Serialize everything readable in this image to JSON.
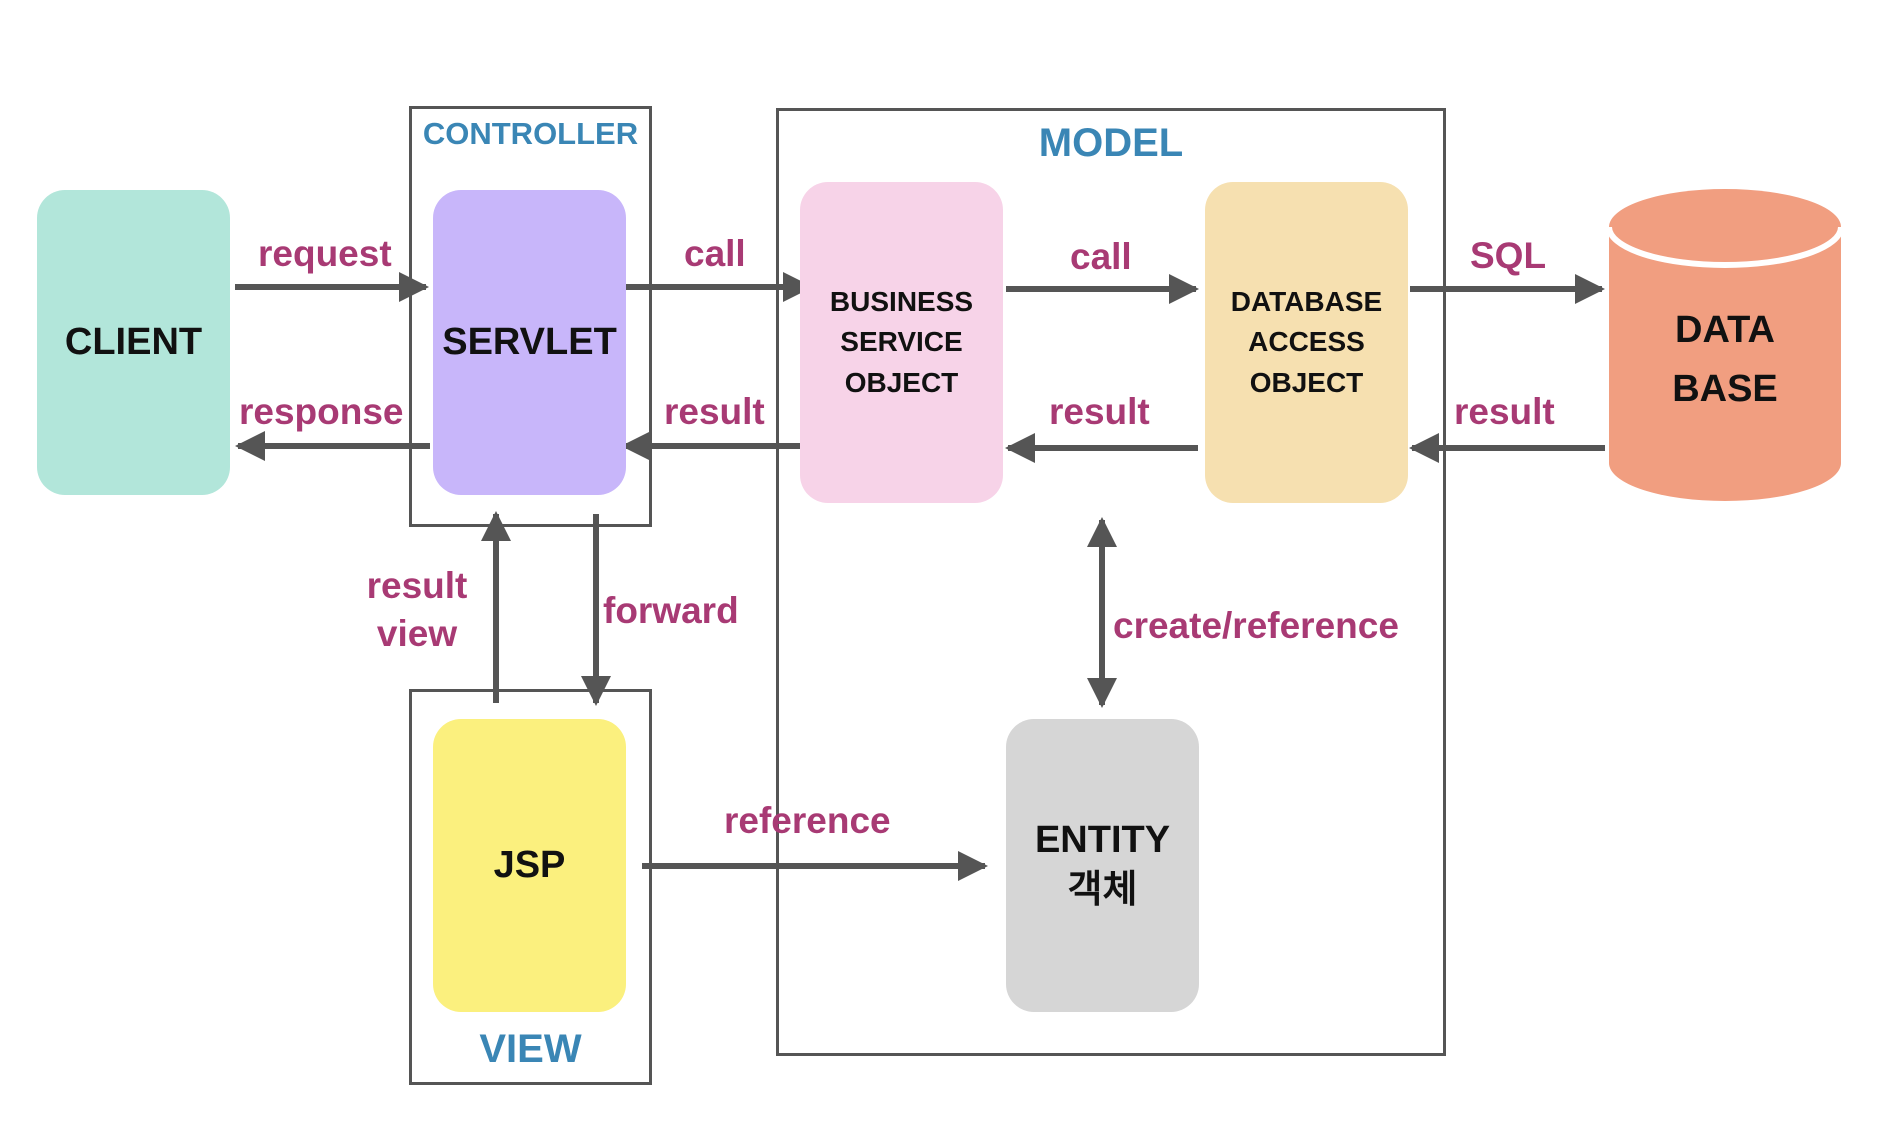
{
  "groups": {
    "controller": "CONTROLLER",
    "model": "MODEL",
    "view": "VIEW"
  },
  "nodes": {
    "client": "CLIENT",
    "servlet": "SERVLET",
    "business_service": "BUSINESS\nSERVICE\nOBJECT",
    "database_access": "DATABASE\nACCESS\nOBJECT",
    "database": "DATA\nBASE",
    "jsp": "JSP",
    "entity": "ENTITY\n객체"
  },
  "edges": {
    "request": "request",
    "response": "response",
    "call_servlet_business": "call",
    "result_business_servlet": "result",
    "call_business_dao": "call",
    "result_dao_business": "result",
    "sql": "SQL",
    "result_db_dao": "result",
    "result_view": "result\nview",
    "forward": "forward",
    "create_reference": "create/reference",
    "reference": "reference"
  },
  "colors": {
    "client": "#b2e6da",
    "servlet": "#c8b6fa",
    "business_service": "#f7d3e8",
    "database_access": "#f6e0b0",
    "database": "#f19e80",
    "jsp": "#fbf07e",
    "entity": "#d6d6d6",
    "edge_label": "#a83a74",
    "group_label": "#3a86b5",
    "arrow": "#555555"
  }
}
